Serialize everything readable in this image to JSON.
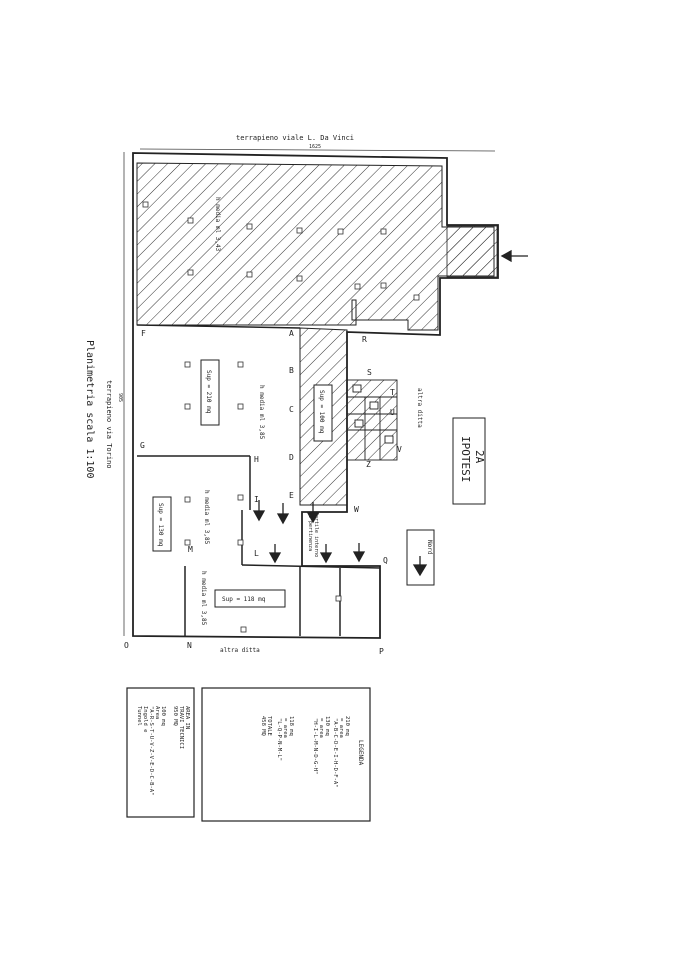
{
  "street_top": "terrapieno viale L. Da Vinci",
  "street_left": "terrapieno via Torino",
  "scale_label": "Planimetria scala 1:100",
  "dim_top": "1625",
  "dim_left": "905",
  "heights": {
    "hatched": "h media ml 3,43",
    "room_a": "h media ml 3,85",
    "room_b": "h media ml 3,85",
    "room_c": "h media ml 3,85"
  },
  "areas": {
    "room_a": "Sup = 210 mq",
    "room_b": "Sup = 130 mq",
    "room_c": "Sup = 118 mq",
    "corridor": "Sup = 100 mq"
  },
  "corridor_note": [
    "Cortile interno",
    "di pertinenza"
  ],
  "other_owner_right": "altra ditta",
  "other_owner_bottom": "altra ditta",
  "hypothesis": [
    "2A",
    "IPOTESI"
  ],
  "north": "Nord",
  "letters": [
    "A",
    "B",
    "C",
    "D",
    "E",
    "F",
    "G",
    "H",
    "I",
    "L",
    "M",
    "N",
    "O",
    "P",
    "Q",
    "R",
    "S",
    "T",
    "U",
    "V",
    "W",
    "Z"
  ],
  "legend_title": "LEGENDA",
  "legend_lines": [
    "210 mq",
    "= area",
    "\"A-B-C-D-E-I-H-D-F-A\"",
    "130 mq",
    "= area",
    "\"H-I-L-M-N-D-G-H\"",
    "118 mq",
    "= area",
    "\"L-Q-P-N-M-L\"",
    "TOTALE",
    "458 MQ"
  ],
  "area_box_lines": [
    "AREA IN",
    "TRAVI TECNICI",
    "950 MQ",
    "100 mq",
    "Area",
    "\"A-R-S-T-U-V-Z-V-E-D-C-B-A\"",
    "Ingold e",
    "Tunnel"
  ]
}
